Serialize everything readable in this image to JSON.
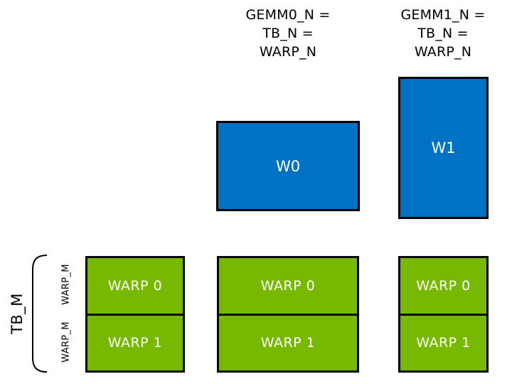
{
  "colors": {
    "blue": "#0072C6",
    "green": "#76B900",
    "border": "#000000",
    "text": "#000000",
    "tile_text": "#FFFFFF"
  },
  "column_headers": [
    {
      "lines": [
        "GEMM0_N =",
        "TB_N =",
        "WARP_N"
      ]
    },
    {
      "lines": [
        "GEMM1_N =",
        "TB_N =",
        "WARP_N"
      ]
    }
  ],
  "warp_tiles": [
    {
      "label": "W0"
    },
    {
      "label": "W1"
    }
  ],
  "threadblocks": [
    {
      "cells": [
        {
          "label": "WARP 0"
        },
        {
          "label": "WARP 1"
        }
      ]
    },
    {
      "cells": [
        {
          "label": "WARP 0"
        },
        {
          "label": "WARP 1"
        }
      ]
    },
    {
      "cells": [
        {
          "label": "WARP 0"
        },
        {
          "label": "WARP 1"
        }
      ]
    }
  ],
  "left_annotations": {
    "tb_label": "TB_M",
    "warp_row_labels": [
      "WARP_M",
      "WARP_M"
    ]
  }
}
